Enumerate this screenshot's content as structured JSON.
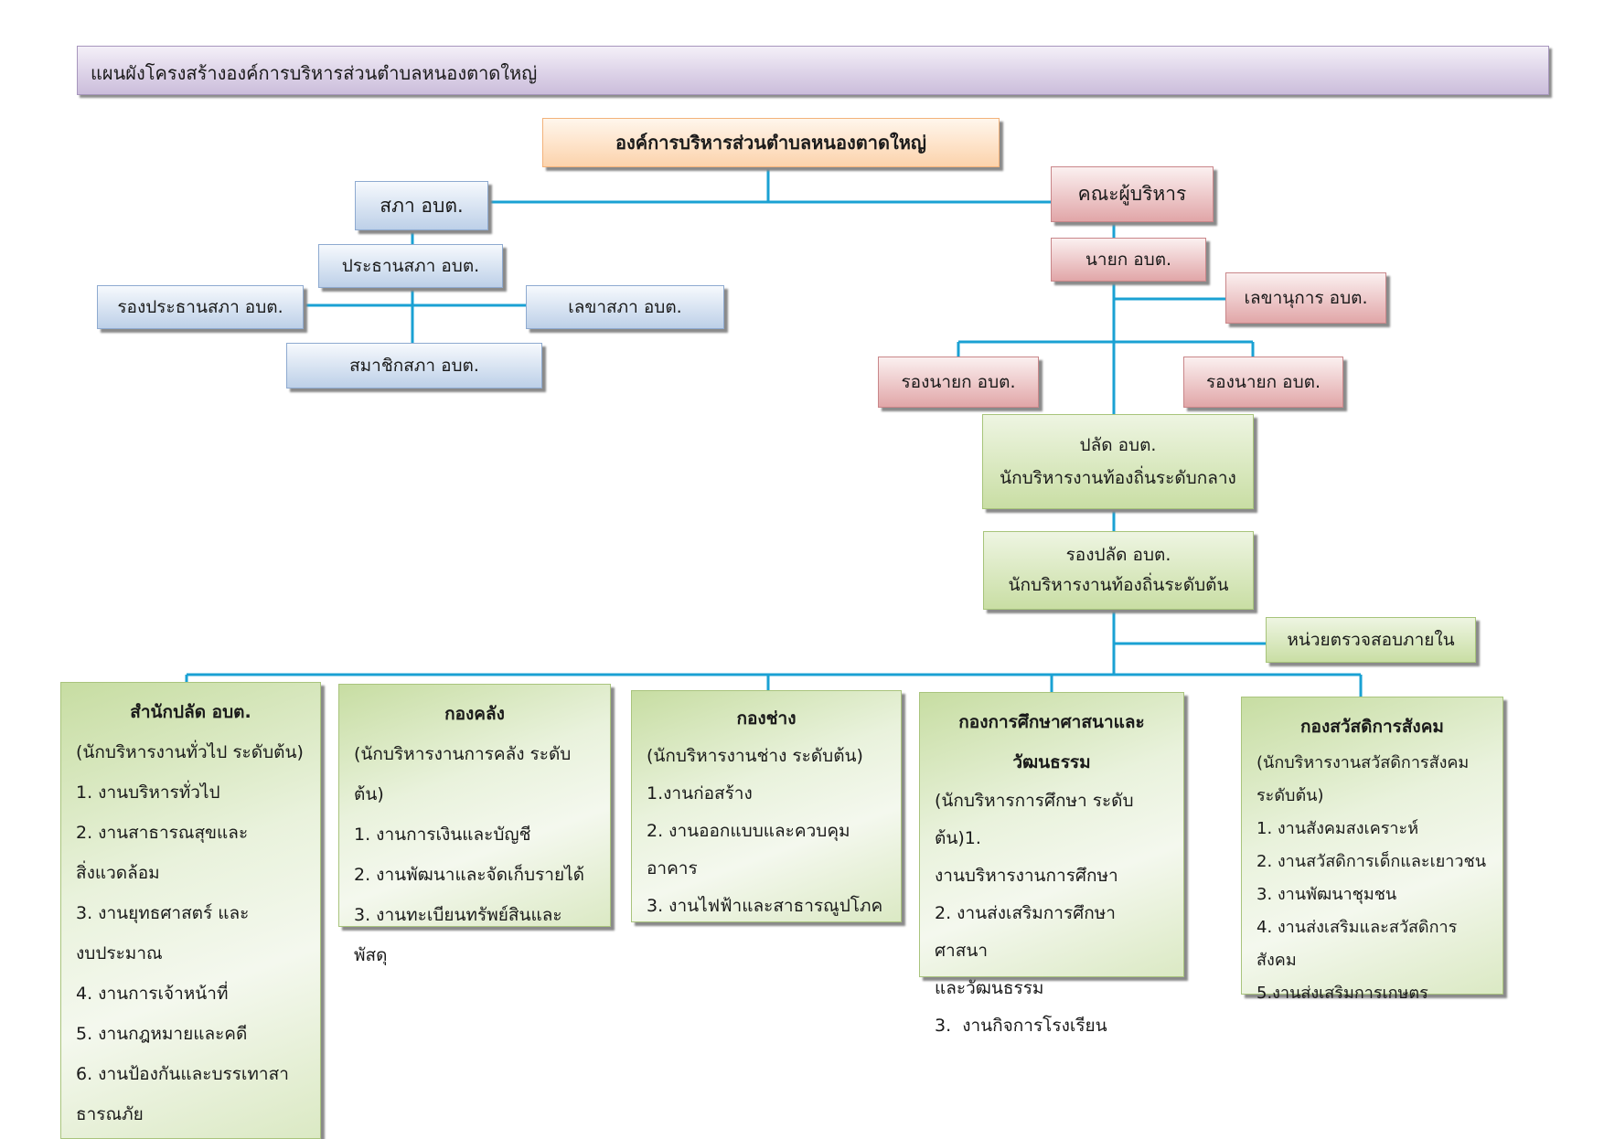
{
  "page_title": "แผนผังโครงสร้างองค์การบริหารส่วนตำบลหนองตาดใหญ่",
  "root": "องค์การบริหารส่วนตำบลหนองตาดใหญ่",
  "council": {
    "title": "สภา อบต.",
    "chairman": "ประธานสภา อบต.",
    "vice_chairman": "รองประธานสภา อบต.",
    "secretary": "เลขาสภา อบต.",
    "members": "สมาชิกสภา อบต."
  },
  "executive": {
    "title": "คณะผู้บริหาร",
    "mayor": "นายก อบต.",
    "secretary": "เลขานุการ อบต.",
    "deputy_left": "รองนายก อบต.",
    "deputy_right": "รองนายก อบต."
  },
  "palad": {
    "line1": "ปลัด อบต.",
    "line2": "นักบริหารงานท้องถิ่นระดับกลาง"
  },
  "deputy_palad": {
    "line1": "รองปลัด อบต.",
    "line2": "นักบริหารงานท้องถิ่นระดับต้น"
  },
  "internal_audit": "หน่วยตรวจสอบภายใน",
  "departments": [
    {
      "title": "สำนักปลัด อบต.",
      "subtitle": "(นักบริหารงานทั่วไป ระดับต้น)",
      "items": [
        "1. งานบริหารทั่วไป",
        "2. งานสาธารณสุขและ\nสิ่งแวดล้อม",
        "3. งานยุทธศาสตร์ และ\nงบประมาณ",
        "4. งานการเจ้าหน้าที่",
        "5. งานกฎหมายและคดี",
        "6. งานป้องกันและบรรเทาสา\nธารณภัย"
      ]
    },
    {
      "title": "กองคลัง",
      "subtitle": "(นักบริหารงานการคลัง ระดับต้น)",
      "items": [
        "1. งานการเงินและบัญชี",
        "2. งานพัฒนาและจัดเก็บรายได้",
        "3. งานทะเบียนทรัพย์สินและพัสดุ"
      ]
    },
    {
      "title": "กองช่าง",
      "subtitle": "(นักบริหารงานช่าง ระดับต้น)",
      "items": [
        "1.งานก่อสร้าง",
        "2. งานออกแบบและควบคุมอาคาร",
        "3. งานไฟฟ้าและสาธารณูปโภค"
      ]
    },
    {
      "title": "กองการศึกษาศาสนาและ\nวัฒนธรรม",
      "subtitle": "(นักบริหารการศึกษา ระดับต้น)1.\nงานบริหารงานการศึกษา",
      "items": [
        "2. งานส่งเสริมการศึกษา ศาสนา\nและวัฒนธรรม",
        "3.  งานกิจการโรงเรียน"
      ]
    },
    {
      "title": "กองสวัสดิการสังคม",
      "subtitle": "(นักบริหารงานสวัสดิการสังคม\nระดับต้น)",
      "items": [
        "1. งานสังคมสงเคราะห์",
        "2. งานสวัสดิการเด็กและเยาวชน",
        "3. งานพัฒนาชุมชน",
        "4. งานส่งเสริมและสวัสดิการสังคม",
        "5.งานส่งเสริมการเกษตร"
      ]
    }
  ]
}
